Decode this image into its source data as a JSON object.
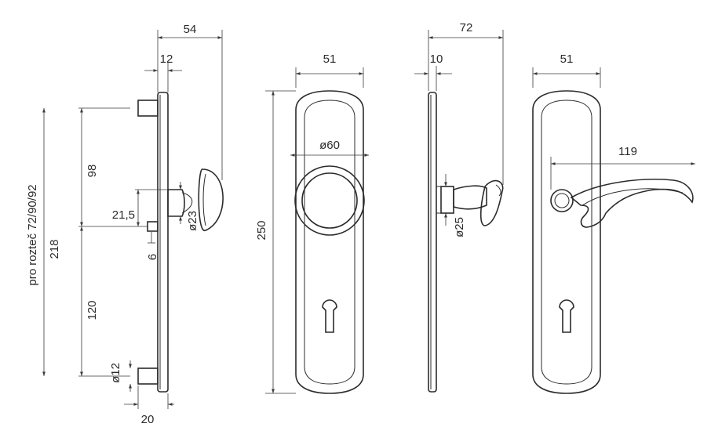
{
  "side_view_knob": {
    "dim_depth_total": "54",
    "dim_plate_thickness": "12",
    "dim_rosette_offset": "21,5",
    "dim_rosette_height": "6",
    "dim_knob_diameter": "ø23",
    "dim_pin_diameter": "ø12",
    "dim_base_width": "20",
    "dim_upper_distance": "98",
    "dim_lower_distance": "120",
    "dim_total_spacing": "218",
    "spacing_label": "pro rozteč 72/90/92"
  },
  "front_view_knob": {
    "dim_width": "51",
    "dim_knob_diameter": "ø60",
    "dim_height": "250"
  },
  "side_view_lever": {
    "dim_depth_total": "72",
    "dim_plate_thickness": "10",
    "dim_neck_diameter": "ø25"
  },
  "front_view_lever": {
    "dim_width": "51",
    "dim_lever_length": "119"
  }
}
